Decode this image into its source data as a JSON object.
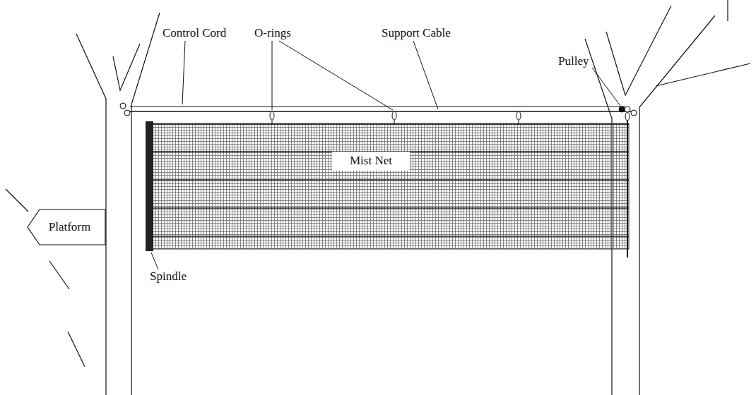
{
  "diagram": {
    "nodes": [
      {
        "text": [
          "Mist Net"
        ]
      },
      {
        "text": [
          "Platform"
        ]
      }
    ],
    "labels": [
      "Control Cord",
      "O-rings",
      "Support Cable",
      "Pulley",
      "Spindle"
    ]
  }
}
